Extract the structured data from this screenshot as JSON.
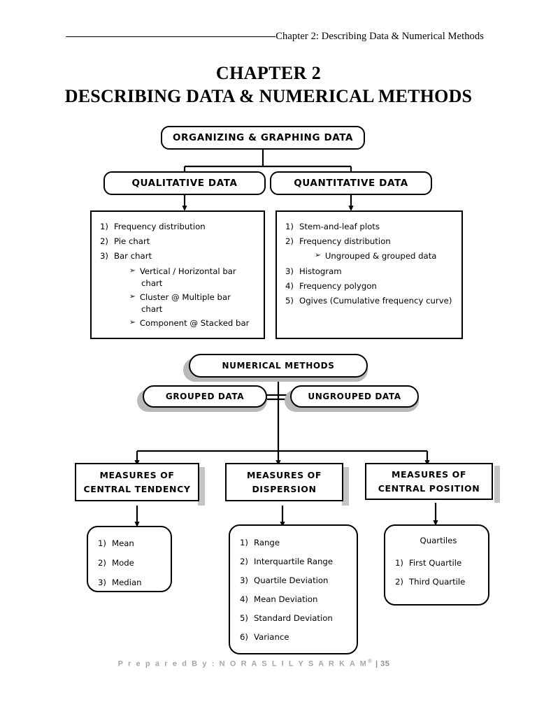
{
  "header": {
    "rule": "",
    "text": "Chapter 2: Describing Data & Numerical Methods"
  },
  "title": {
    "line1": "CHAPTER 2",
    "line2": "DESCRIBING DATA & NUMERICAL METHODS"
  },
  "flowchart": {
    "root": "ORGANIZING & GRAPHING DATA",
    "branch_left": "QUALITATIVE DATA",
    "branch_right": "QUANTITATIVE DATA",
    "qualitative_list": {
      "items": [
        {
          "num": "1)",
          "text": "Frequency distribution"
        },
        {
          "num": "2)",
          "text": "Pie chart"
        },
        {
          "num": "3)",
          "text": "Bar chart"
        }
      ],
      "subitems": [
        {
          "bullet": "➢",
          "line1": "Vertical / Horizontal bar",
          "line2": "chart"
        },
        {
          "bullet": "➢",
          "line1": " Cluster @ Multiple bar",
          "line2": "chart"
        },
        {
          "bullet": "➢",
          "line1": "Component @ Stacked bar",
          "line2": ""
        }
      ]
    },
    "quantitative_list": {
      "items": [
        {
          "num": "1)",
          "text": "Stem-and-leaf plots"
        },
        {
          "num": "2)",
          "text": "Frequency distribution"
        },
        {
          "num": "3)",
          "text": "Histogram"
        },
        {
          "num": "4)",
          "text": "Frequency polygon"
        },
        {
          "num": "5)",
          "text": "Ogives (Cumulative frequency curve)"
        }
      ],
      "subitem": {
        "bullet": "➢",
        "text": "Ungrouped & grouped data"
      }
    },
    "numerical_methods": "NUMERICAL METHODS",
    "grouped_data": "GROUPED DATA",
    "ungrouped_data": "UNGROUPED DATA",
    "measures": [
      {
        "line1": "MEASURES OF",
        "line2": "CENTRAL TENDENCY"
      },
      {
        "line1": "MEASURES OF",
        "line2": "DISPERSION"
      },
      {
        "line1": "MEASURES OF",
        "line2": "CENTRAL POSITION"
      }
    ],
    "central_tendency_list": [
      {
        "num": "1)",
        "text": "Mean"
      },
      {
        "num": "2)",
        "text": "Mode"
      },
      {
        "num": "3)",
        "text": "Median"
      }
    ],
    "dispersion_list": [
      {
        "num": "1)",
        "text": "Range"
      },
      {
        "num": "2)",
        "text": "Interquartile Range"
      },
      {
        "num": "3)",
        "text": "Quartile Deviation"
      },
      {
        "num": "4)",
        "text": "Mean Deviation"
      },
      {
        "num": "5)",
        "text": "Standard Deviation"
      },
      {
        "num": "6)",
        "text": "Variance"
      }
    ],
    "central_position_heading": "Quartiles",
    "central_position_list": [
      {
        "num": "1)",
        "text": "First Quartile"
      },
      {
        "num": "2)",
        "text": "Third Quartile"
      }
    ]
  },
  "footer": {
    "prepared": "P r e p a r e d   B y :   N O R   A S L I L Y   S A R K A M",
    "registered": "®",
    "page": "| 35"
  },
  "colors": {
    "ink": "#000000",
    "shadow_pill": "#b9b9b9",
    "shadow_rect": "#c4c4c4",
    "footer_text": "#a6a6a6"
  }
}
